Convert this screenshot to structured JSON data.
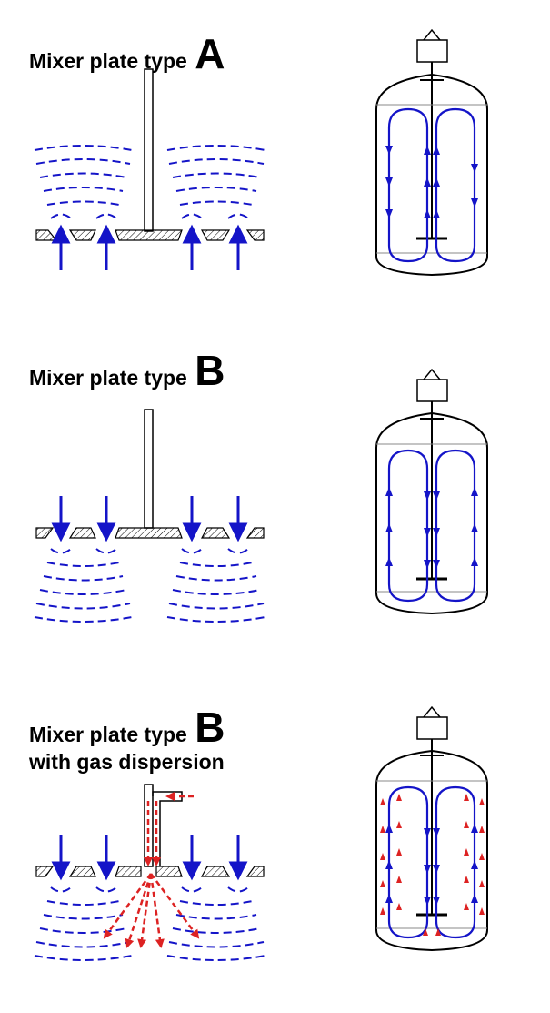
{
  "sections": [
    {
      "label": "Mixer plate type",
      "letter": "A",
      "subtitle": ""
    },
    {
      "label": "Mixer plate type",
      "letter": "B",
      "subtitle": ""
    },
    {
      "label": "Mixer plate type",
      "letter": "B",
      "subtitle": "with gas dispersion"
    }
  ],
  "colors": {
    "flow": "#1414c8",
    "gas": "#dd2222",
    "outline": "#000000",
    "hatch": "#000000"
  }
}
